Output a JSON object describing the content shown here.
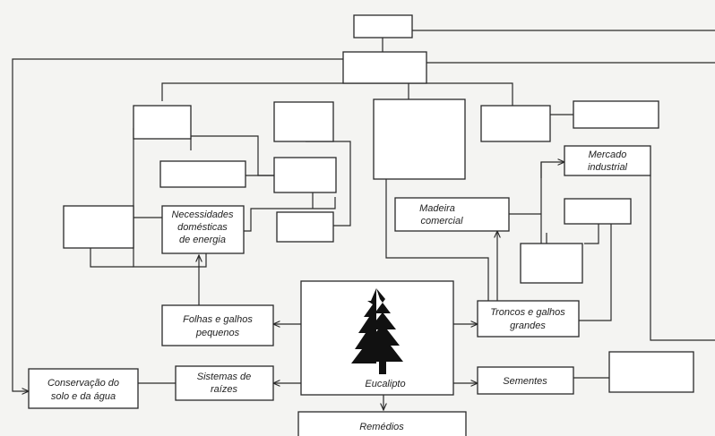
{
  "diagram": {
    "labels": {
      "necessidades_1": "Necessidades",
      "necessidades_2": "domésticas",
      "necessidades_3": "de energia",
      "mercado_1": "Mercado",
      "mercado_2": "industrial",
      "madeira_1": "Madeira",
      "madeira_2": "comercial",
      "folhas_1": "Folhas e galhos",
      "folhas_2": "pequenos",
      "troncos_1": "Troncos e galhos",
      "troncos_2": "grandes",
      "sistemas_1": "Sistemas de",
      "sistemas_2": "raízes",
      "conservacao_1": "Conservação do",
      "conservacao_2": "solo e da água",
      "sementes": "Sementes",
      "eucalipto": "Eucalipto",
      "remedios": "Remédios"
    },
    "tree_icon": "conifer-tree-icon"
  }
}
